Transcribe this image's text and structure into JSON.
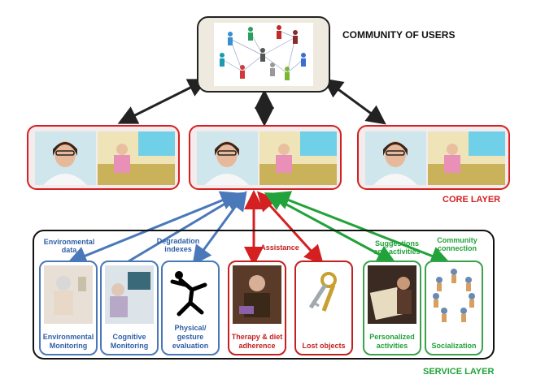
{
  "community": {
    "label": "COMMUNITY OF USERS"
  },
  "core": {
    "label": "CORE LAYER",
    "panel_count": 3
  },
  "service": {
    "label": "SERVICE LAYER",
    "cards": [
      {
        "label": "Environmental Monitoring",
        "color": "#2f5fa8"
      },
      {
        "label": "Cognitive Monitoring",
        "color": "#2f5fa8"
      },
      {
        "label": "Physical/ gesture evaluation",
        "color": "#2f5fa8"
      },
      {
        "label": "Therapy & diet adherence",
        "color": "#c42020"
      },
      {
        "label": "Lost objects",
        "color": "#c42020"
      },
      {
        "label": "Personalized activities",
        "color": "#22a23a"
      },
      {
        "label": "Socialization",
        "color": "#22a23a"
      }
    ]
  },
  "flows": {
    "environmental": "Environmental data",
    "degradation": "Degradation indexes",
    "assistance": "Assistance",
    "suggestions": "Suggestions and activities",
    "community": "Community connection"
  },
  "colors": {
    "blue": "#4a78b8",
    "red": "#d42020",
    "green": "#22a23a",
    "black": "#222222"
  }
}
